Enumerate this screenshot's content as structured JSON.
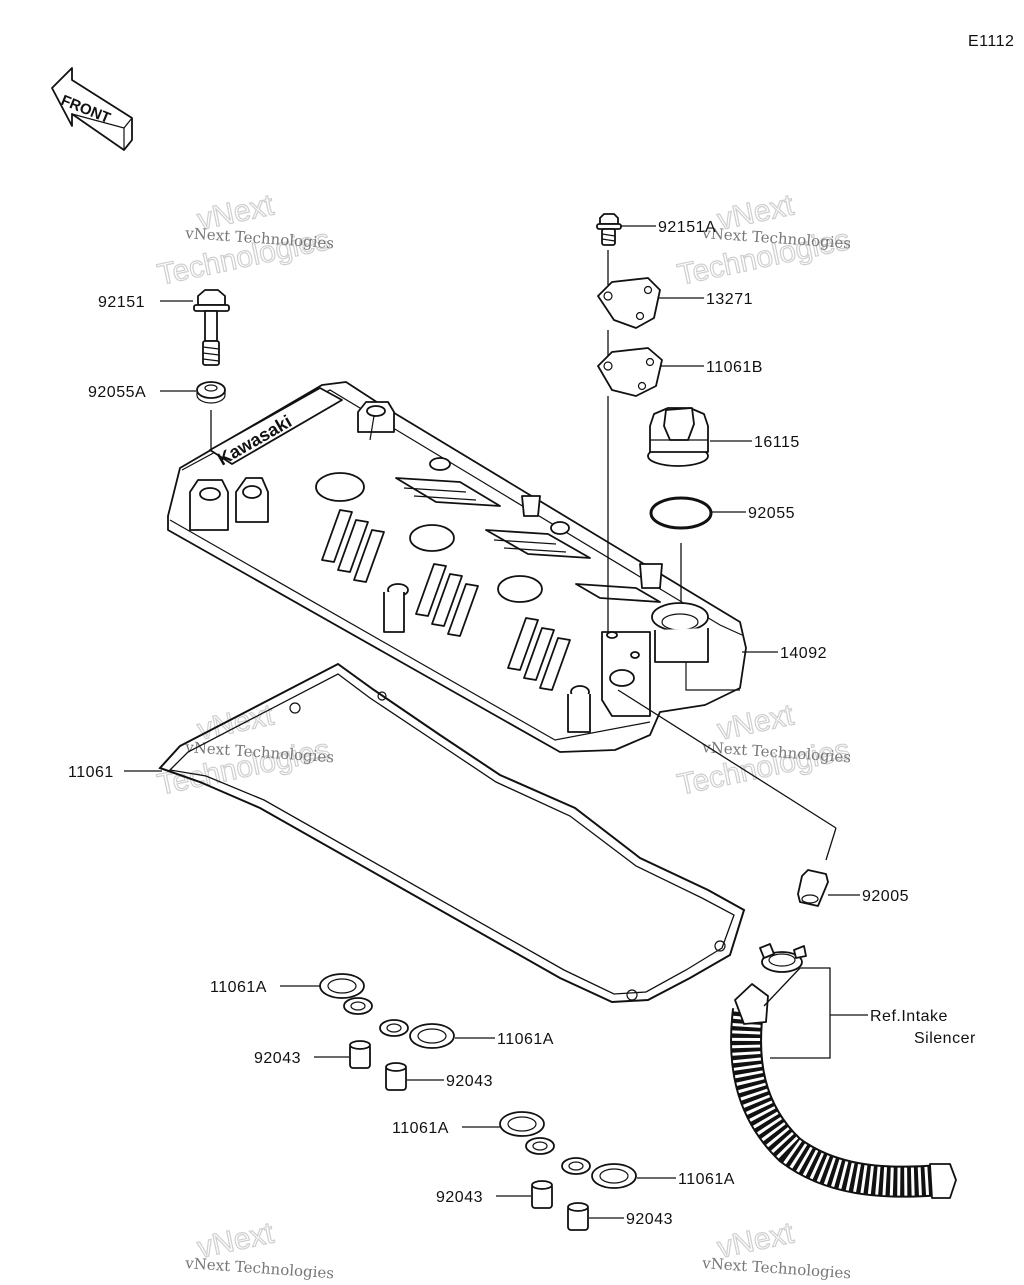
{
  "diagram_code": "E1112",
  "front_label": "FRONT",
  "cover_brand": "Kawasaki",
  "parts": {
    "p92151": "92151",
    "p92055A": "92055A",
    "p92151A": "92151A",
    "p13271": "13271",
    "p11061B": "11061B",
    "p16115": "16115",
    "p92055": "92055",
    "p14092": "14092",
    "p11061": "11061",
    "p92005": "92005",
    "p11061A_1": "11061A",
    "p92043_1": "92043",
    "p11061A_2": "11061A",
    "p92043_2": "92043",
    "p11061A_3": "11061A",
    "p92043_3": "92043",
    "p11061A_4": "11061A",
    "p92043_4": "92043"
  },
  "reference": {
    "line1": "Ref.Intake",
    "line2": "Silencer"
  },
  "watermark": {
    "line1": "vNext Technologies",
    "big1": "vNext",
    "big2": "Technologies"
  },
  "colors": {
    "ink": "#111111",
    "watermark": "#cfcfcf",
    "background": "#ffffff"
  }
}
